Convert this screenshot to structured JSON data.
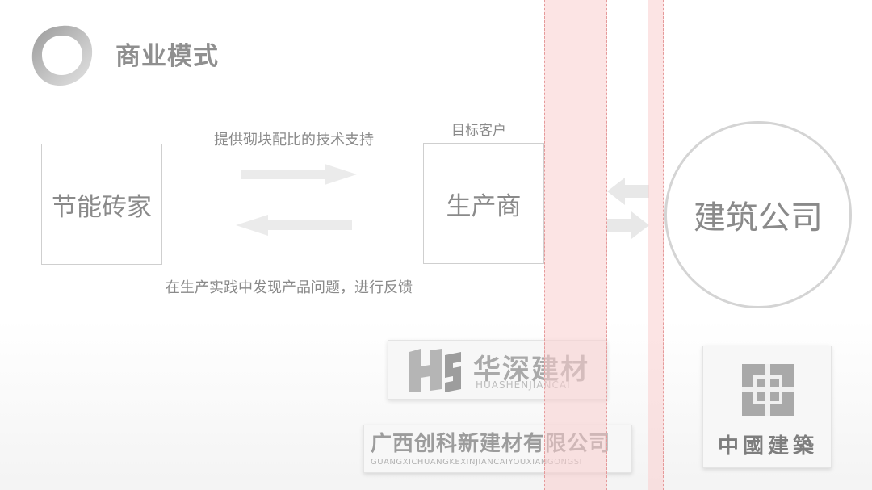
{
  "header": {
    "title": "商业模式",
    "logo_icon": "ring-logo-icon"
  },
  "diagram": {
    "node_left": "节能砖家",
    "node_middle": "生产商",
    "node_right": "建筑公司",
    "note_top": "提供砌块配比的技术支持",
    "note_target": "目标客户",
    "note_bottom": "在生产实践中发现产品问题，进行反馈"
  },
  "logos": {
    "huashen": {
      "cn": "华深建材",
      "en": "HUASHENJIANCAI"
    },
    "chuangke": {
      "cn": "广西创科新建材有限公司",
      "en": "GUANGXICHUANGKEXINJIANCAIYOUXIANGONGSI"
    },
    "cscec": {
      "cn": "中國建築"
    }
  },
  "colors": {
    "text_gray": "#8a8a8a",
    "border_gray": "#cfcfcf",
    "arrow_gray": "#ececec",
    "guide_pink": "#facdcd"
  }
}
